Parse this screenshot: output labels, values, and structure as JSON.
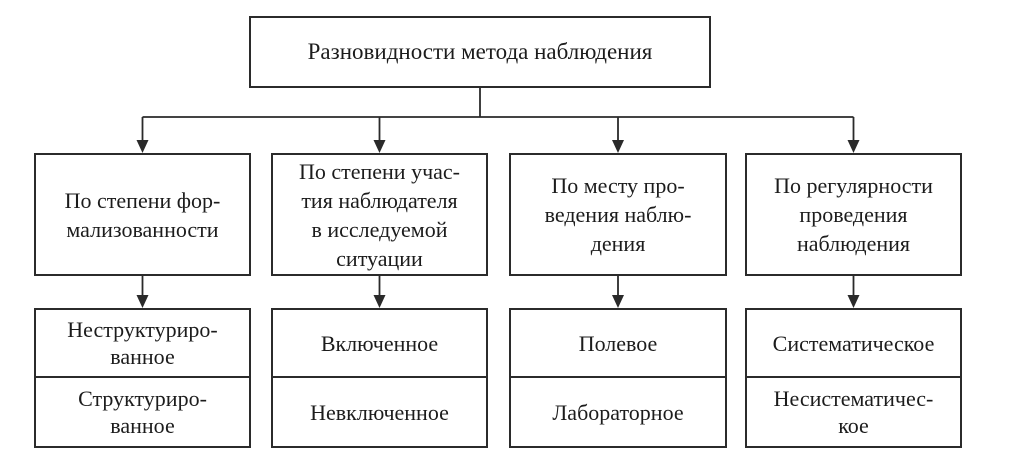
{
  "diagram": {
    "root": {
      "label": "Разновидности метода наблюдения"
    },
    "branches": [
      {
        "label": "По степени фор-\nмализованности",
        "children": [
          {
            "label": "Неструктуриро-\nванное"
          },
          {
            "label": "Структуриро-\nванное"
          }
        ]
      },
      {
        "label": "По степени учас-\nтия наблюдателя\nв исследуемой\nситуации",
        "children": [
          {
            "label": "Включенное"
          },
          {
            "label": "Невключенное"
          }
        ]
      },
      {
        "label": "По месту про-\nведения наблю-\nдения",
        "children": [
          {
            "label": "Полевое"
          },
          {
            "label": "Лабораторное"
          }
        ]
      },
      {
        "label": "По регулярности\nпроведения\nнаблюдения",
        "children": [
          {
            "label": "Систематическое"
          },
          {
            "label": "Несистематичес-\nкое"
          }
        ]
      }
    ],
    "colors": {
      "border": "#2b2b2b",
      "line": "#2a2a2a",
      "text": "#1c1c1c",
      "background": "#ffffff"
    }
  }
}
